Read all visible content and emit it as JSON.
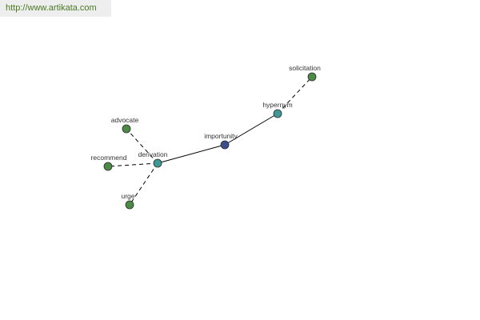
{
  "watermark": {
    "url_text": "http://www.artikata.com"
  },
  "graph": {
    "colors": {
      "center_node": "#3b4f8f",
      "relation_node": "#3f9a97",
      "leaf_node": "#4b8b45",
      "node_stroke": "#2b2b2b",
      "edge": "#000000",
      "label": "#333333"
    },
    "nodes": [
      {
        "id": "importunity",
        "label": "importunity",
        "kind": "center"
      },
      {
        "id": "hypernym",
        "label": "hypernym",
        "kind": "relation"
      },
      {
        "id": "derivation",
        "label": "derivation",
        "kind": "relation"
      },
      {
        "id": "solicitation",
        "label": "solicitation",
        "kind": "leaf"
      },
      {
        "id": "advocate",
        "label": "advocate",
        "kind": "leaf"
      },
      {
        "id": "recommend",
        "label": "recommend",
        "kind": "leaf"
      },
      {
        "id": "urge",
        "label": "urge",
        "kind": "leaf"
      }
    ],
    "edges": [
      {
        "from": "importunity",
        "to": "hypernym",
        "style": "solid"
      },
      {
        "from": "importunity",
        "to": "derivation",
        "style": "solid"
      },
      {
        "from": "hypernym",
        "to": "solicitation",
        "style": "dashed"
      },
      {
        "from": "derivation",
        "to": "advocate",
        "style": "dashed"
      },
      {
        "from": "derivation",
        "to": "recommend",
        "style": "dashed"
      },
      {
        "from": "derivation",
        "to": "urge",
        "style": "dashed"
      }
    ]
  }
}
